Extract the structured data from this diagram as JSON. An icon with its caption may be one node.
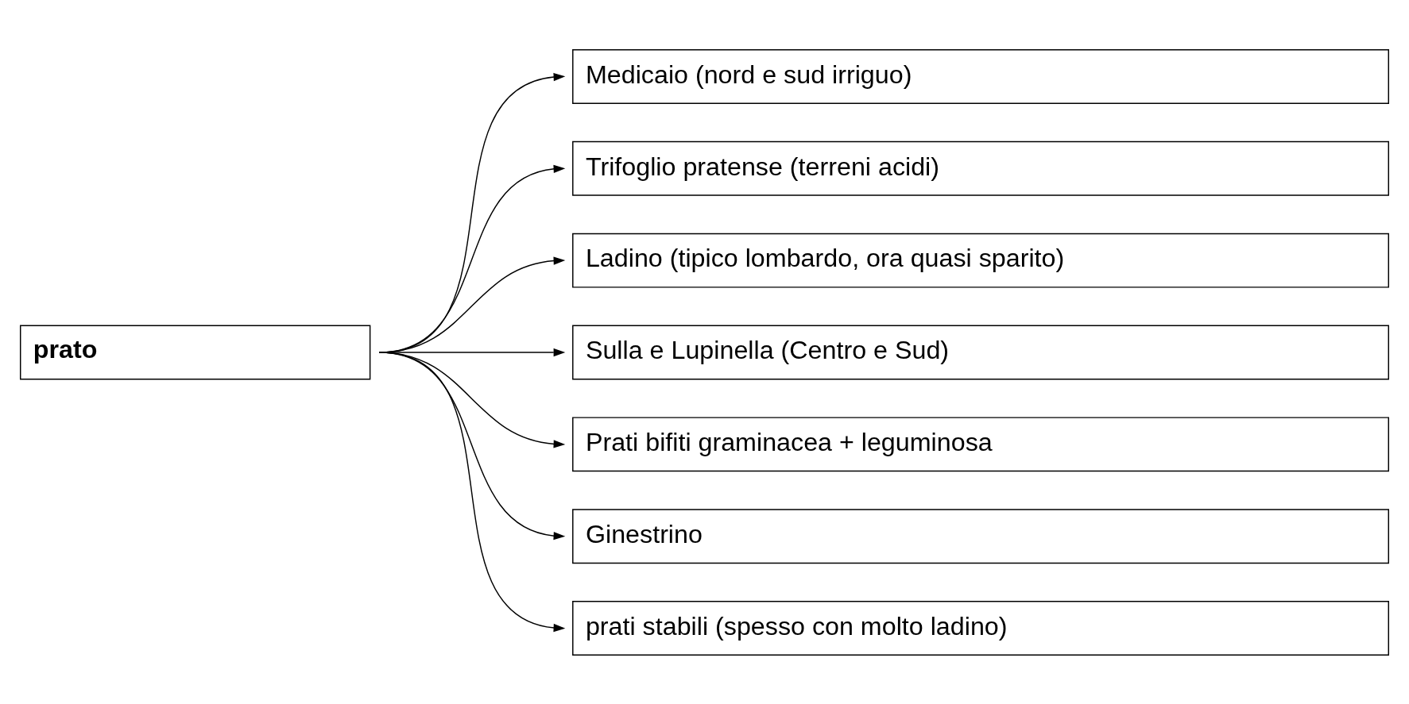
{
  "diagram": {
    "nodes": [
      {
        "text": [
          "prato"
        ]
      },
      {
        "text": [
          "Medicaio (nord e sud irriguo)"
        ]
      },
      {
        "text": [
          "Trifoglio pratense (terreni acidi)"
        ]
      },
      {
        "text": [
          "Ladino (tipico lombardo, ora quasi sparito)"
        ]
      },
      {
        "text": [
          "Sulla e Lupinella (Centro e Sud)"
        ]
      },
      {
        "text": [
          "Prati bifiti graminacea + leguminosa"
        ]
      },
      {
        "text": [
          "Ginestrino"
        ]
      },
      {
        "text": [
          "prati stabili (spesso con molto ladino)"
        ]
      }
    ],
    "edges": [
      {
        "from": 0,
        "to": 1,
        "arrow": "to"
      },
      {
        "from": 0,
        "to": 2,
        "arrow": "to"
      },
      {
        "from": 0,
        "to": 3,
        "arrow": "to"
      },
      {
        "from": 0,
        "to": 4,
        "arrow": "to"
      },
      {
        "from": 0,
        "to": 5,
        "arrow": "to"
      },
      {
        "from": 0,
        "to": 6,
        "arrow": "to"
      },
      {
        "from": 0,
        "to": 7,
        "arrow": "to"
      }
    ]
  }
}
